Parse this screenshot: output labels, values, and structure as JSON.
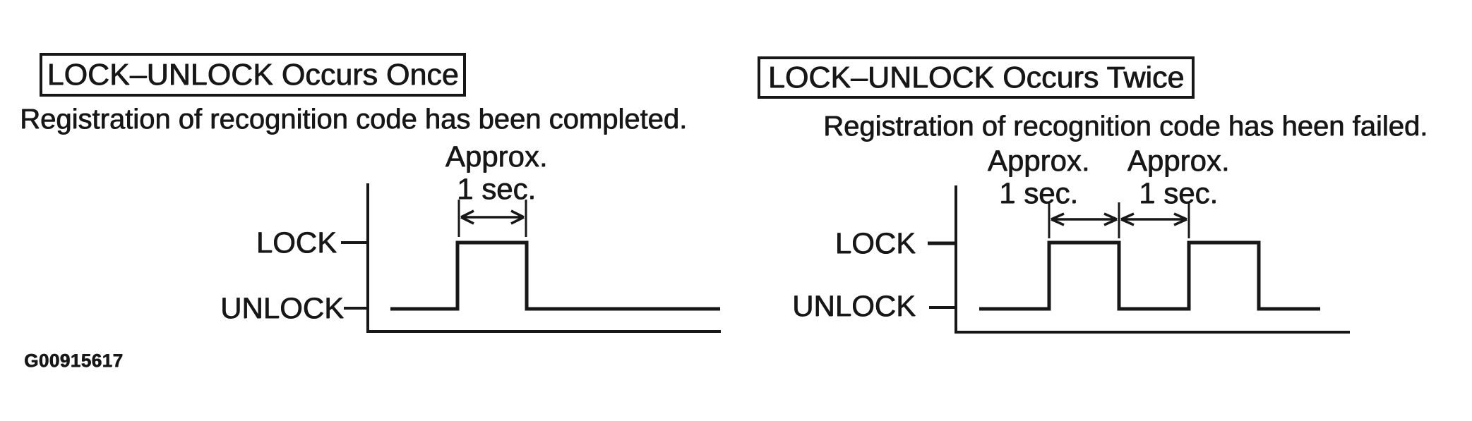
{
  "figure": {
    "id_label": "G00915617",
    "ink_color": "#171717",
    "paper_color": "#ffffff"
  },
  "panels": [
    {
      "title": "LOCK–UNLOCK Occurs Once",
      "caption": "Registration of recognition code has been completed.",
      "axis_labels": {
        "high": "LOCK",
        "low": "UNLOCK"
      },
      "pulse_count": 1,
      "annotations": [
        {
          "line1": "Approx.",
          "line2": "1 sec."
        }
      ]
    },
    {
      "title": "LOCK–UNLOCK Occurs Twice",
      "caption": "Registration of recognition code has heen failed.",
      "axis_labels": {
        "high": "LOCK",
        "low": "UNLOCK"
      },
      "pulse_count": 2,
      "annotations": [
        {
          "line1": "Approx.",
          "line2": "1 sec."
        },
        {
          "line1": "Approx.",
          "line2": "1 sec."
        }
      ]
    }
  ]
}
